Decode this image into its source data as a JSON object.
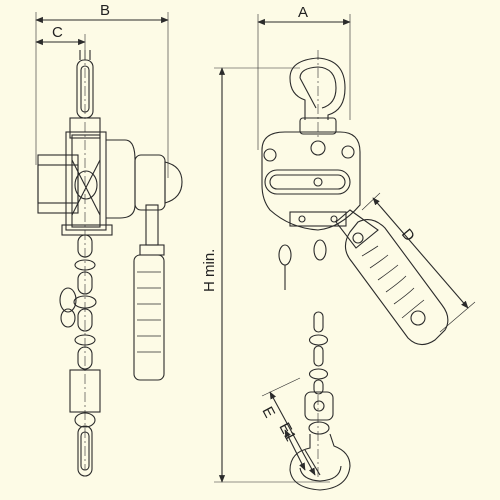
{
  "dimensions": {
    "A": "A",
    "B": "B",
    "C": "C",
    "D": "D",
    "E": "E",
    "E1": "E1",
    "H": "H min."
  },
  "colors": {
    "background": "#fdfbe6",
    "line": "#2b2b2b"
  }
}
